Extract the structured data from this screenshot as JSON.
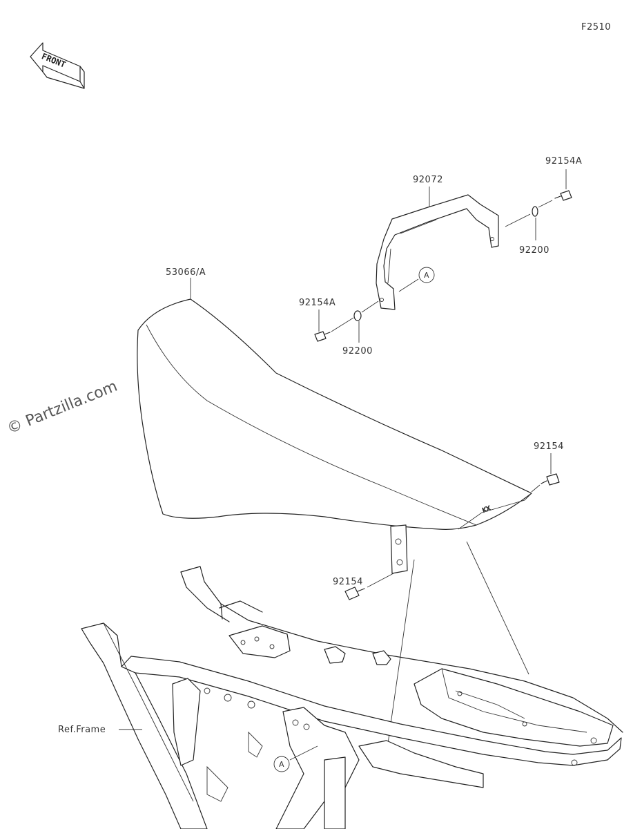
{
  "figure_code": "F2510",
  "front_label": "FRONT",
  "watermark": "© Partzilla.com",
  "callout_a": "A",
  "parts": [
    {
      "id": "seat",
      "number": "53066/A"
    },
    {
      "id": "grab-bar",
      "number": "92072"
    },
    {
      "id": "bolt-right-top",
      "number": "92154A"
    },
    {
      "id": "washer-right",
      "number": "92200"
    },
    {
      "id": "bolt-left",
      "number": "92154A"
    },
    {
      "id": "washer-left",
      "number": "92200"
    },
    {
      "id": "bolt-rear",
      "number": "92154"
    },
    {
      "id": "bolt-bracket",
      "number": "92154"
    }
  ],
  "ref_frame": "Ref.Frame"
}
